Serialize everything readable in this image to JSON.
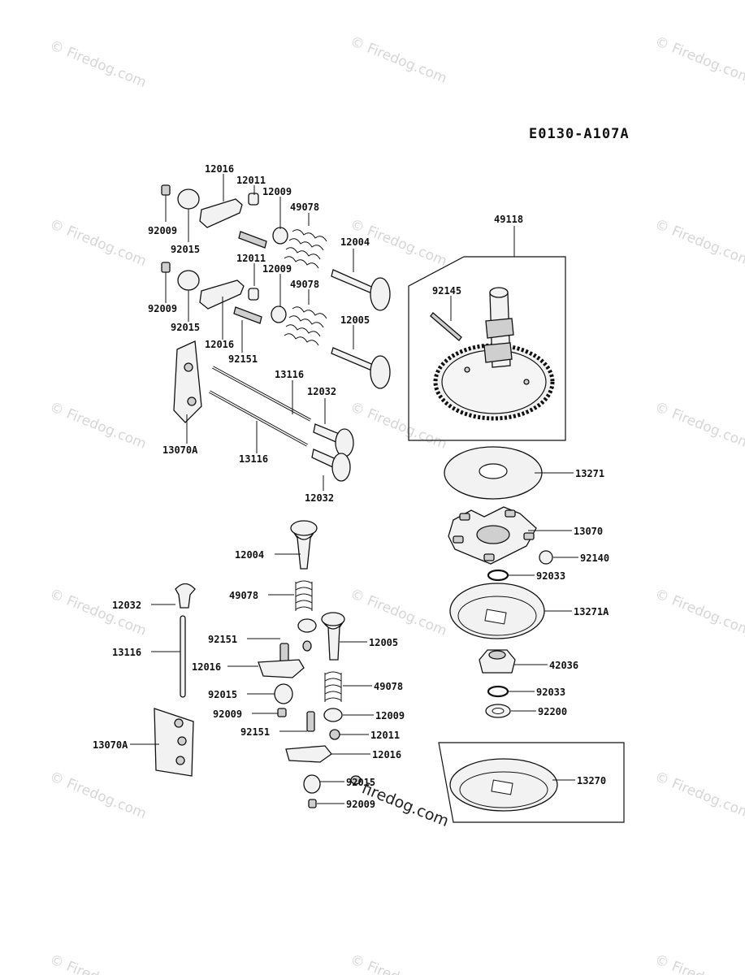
{
  "diagram_code": "E0130-A107A",
  "watermark": "© Firedog.com",
  "center_watermark": "firedog.com",
  "callouts": {
    "c12016a": "12016",
    "c12011a": "12011",
    "c12009a": "12009",
    "c49078a": "49078",
    "c92009a": "92009",
    "c92015a": "92015",
    "c12004a": "12004",
    "c12011b": "12011",
    "c12009b": "12009",
    "c49078b": "49078",
    "c92009b": "92009",
    "c92015b": "92015",
    "c12016b": "12016",
    "c92151a": "92151",
    "c12005a": "12005",
    "c13116a": "13116",
    "c12032a": "12032",
    "c13070Aa": "13070A",
    "c13116b": "13116",
    "c12032b": "12032",
    "c49118": "49118",
    "c92145": "92145",
    "c13271": "13271",
    "c13070": "13070",
    "c92140": "92140",
    "c92033a": "92033",
    "c13271A": "13271A",
    "c42036": "42036",
    "c92033b": "92033",
    "c92200": "92200",
    "c13270": "13270",
    "c12004b": "12004",
    "c49078c": "49078",
    "c12032c": "12032",
    "c92151b": "92151",
    "c12005b": "12005",
    "c13116c": "13116",
    "c12016c": "12016",
    "c49078d": "49078",
    "c92015c": "92015",
    "c92009c": "92009",
    "c12009c": "12009",
    "c92151c": "92151",
    "c12011c": "12011",
    "c12016d": "12016",
    "c13070Ab": "13070A",
    "c92015d": "92015",
    "c92009d": "92009"
  }
}
